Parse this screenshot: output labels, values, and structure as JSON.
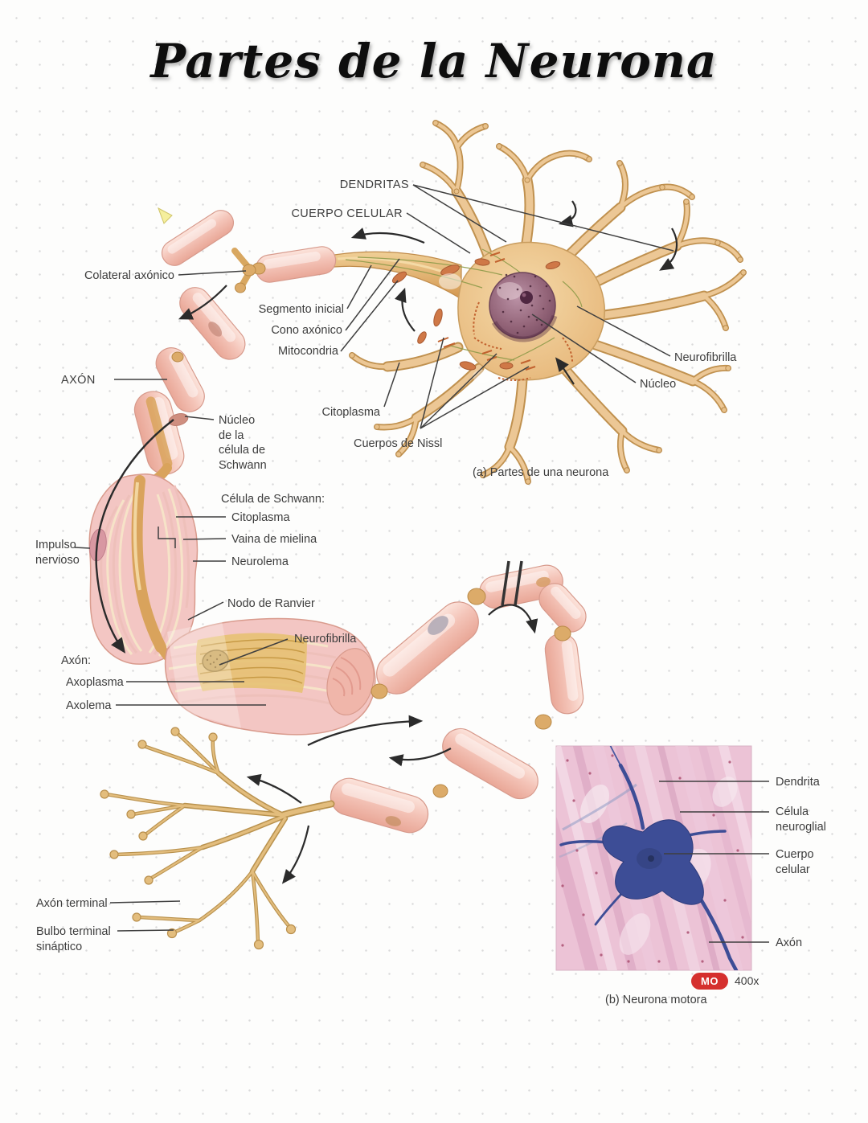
{
  "title": "Partes de la Neurona",
  "figure_a": {
    "caption": "(a) Partes de una neurona",
    "labels": {
      "dendritas": "DENDRITAS",
      "cuerpo_celular": "CUERPO CELULAR",
      "colateral_axonico": "Colateral axónico",
      "segmento_inicial": "Segmento inicial",
      "cono_axonico": "Cono axónico",
      "mitocondria": "Mitocondria",
      "axon": "AXÓN",
      "nucleo_schwann_l1": "Núcleo",
      "nucleo_schwann_l2": "de la",
      "nucleo_schwann_l3": "célula de",
      "nucleo_schwann_l4": "Schwann",
      "citoplasma_soma": "Citoplasma",
      "cuerpos_nissl": "Cuerpos de Nissl",
      "neurofibrilla_soma": "Neurofibrilla",
      "nucleo_soma": "Núcleo",
      "celula_schwann_encabezado": "Célula de Schwann:",
      "citoplasma_schwann": "Citoplasma",
      "vaina_de_mielina": "Vaina de mielina",
      "neurolema": "Neurolema",
      "impulso_l1": "Impulso",
      "impulso_l2": "nervioso",
      "nodo_de_ranvier": "Nodo de Ranvier",
      "neurofibrilla_axon": "Neurofibrilla",
      "axon_encabezado": "Axón:",
      "axoplasma": "Axoplasma",
      "axolema": "Axolema",
      "axon_terminal": "Axón terminal",
      "bulbo_l1": "Bulbo terminal",
      "bulbo_l2": "sináptico"
    }
  },
  "figure_b": {
    "caption": "(b) Neurona motora",
    "badge": "MO",
    "magnification": "400x",
    "labels": {
      "dendrita": "Dendrita",
      "celula_neuroglial_l1": "Célula",
      "celula_neuroglial_l2": "neuroglial",
      "cuerpo_celular_l1": "Cuerpo",
      "cuerpo_celular_l2": "celular",
      "axon": "Axón"
    }
  },
  "colors": {
    "fondo": "#fdfdfc",
    "mielina_rosa": "#f4c7bb",
    "axon_dorado": "#d9a35c",
    "soma": "#eabf85",
    "nucleo": "#845771",
    "micrografia_rosa": "#ecc3d6",
    "neurona_azul": "#3d4d96",
    "insignia_roja": "#d5302e",
    "texto": "#3d3d3d"
  }
}
